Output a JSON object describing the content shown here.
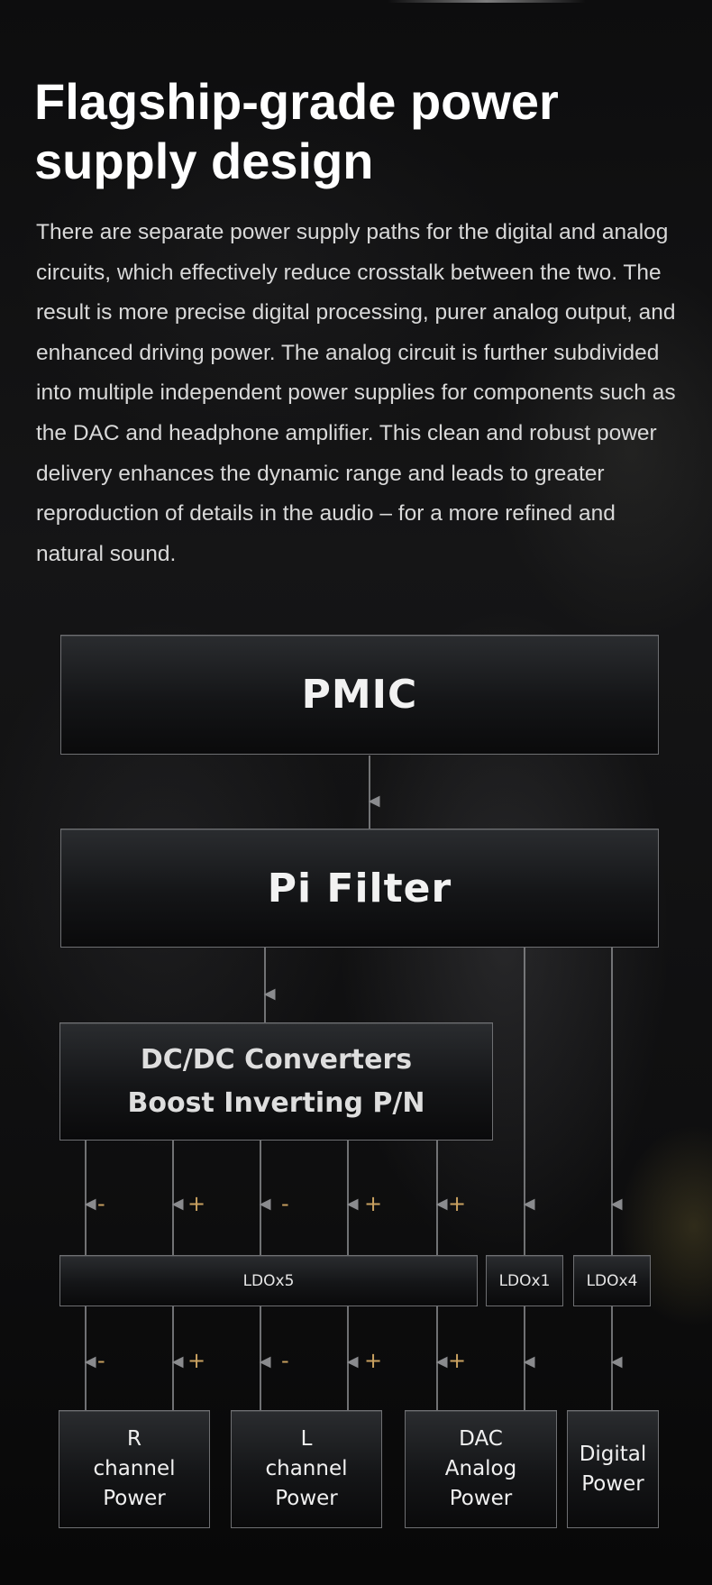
{
  "heading": {
    "title": "Flagship-grade power supply design",
    "body": "There are separate power supply paths for the digital and analog circuits, which effectively reduce crosstalk between the two. The result is more precise digital processing, purer analog output, and enhanced driving power. The analog circuit is further subdivided into multiple independent power supplies for components such as the DAC and headphone amplifier. This clean and robust power delivery enhances the dynamic range and leads to greater reproduction of details in the audio – for a more refined and natural sound."
  },
  "diagram": {
    "pmic": "PMIC",
    "pi_filter": "Pi Filter",
    "dcdc": "DC/DC Converters\nBoost Inverting P/N",
    "ldo_x5": "LDOx5",
    "ldo_x1": "LDOx1",
    "ldo_x4": "LDOx4",
    "outputs": {
      "r_channel": "R\nchannel\nPower",
      "l_channel": "L\nchannel\nPower",
      "dac_analog": "DAC\nAnalog\nPower",
      "digital": "Digital\nPower"
    },
    "signs": {
      "minus": "-",
      "plus": "+"
    },
    "colors": {
      "accent_sign": "#c9a160",
      "line": "#8a8b8e",
      "box_border": "#6e6f72"
    }
  }
}
